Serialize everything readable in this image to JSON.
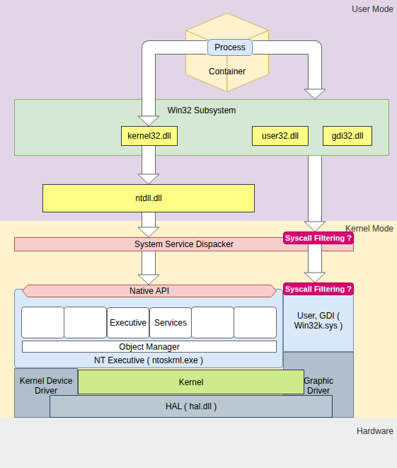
{
  "diagram": {
    "nodes": [
      {
        "text": [
          "User Mode"
        ]
      },
      {
        "text": [
          "Container"
        ],
        "in": 0
      },
      {
        "text": [
          "Process"
        ],
        "in": 1
      },
      {
        "text": [
          "Win32 Subsystem"
        ],
        "in": 0
      },
      {
        "text": [
          "kernel32.dll"
        ],
        "in": 3
      },
      {
        "text": [
          "user32.dll"
        ],
        "in": 3
      },
      {
        "text": [
          "gdi32.dll"
        ],
        "in": 3
      },
      {
        "text": [
          "ntdll.dll"
        ],
        "in": 0
      },
      {
        "text": [
          "Kernel Mode"
        ]
      },
      {
        "text": [
          "System Service Dispacker"
        ],
        "in": 8
      },
      {
        "text": [
          "Syscall Filtering ?"
        ],
        "in": 8
      },
      {
        "text": [
          "Syscall Filtering ?"
        ],
        "in": 8
      },
      {
        "text": [
          "NT Executive ( ntoskrnl.exe )"
        ],
        "in": 8
      },
      {
        "text": [
          "Native API"
        ],
        "in": 12
      },
      {
        "text": [
          "Executive"
        ],
        "in": 12
      },
      {
        "text": [
          "Services"
        ],
        "in": 12
      },
      {
        "text": [
          "Object Manager"
        ],
        "in": 12
      },
      {
        "text": [
          "User, GDI ( Win32k.sys )"
        ],
        "in": 8
      },
      {
        "text": [
          "Kernel Device Driver"
        ],
        "in": 8
      },
      {
        "text": [
          "Kernel"
        ],
        "in": 8
      },
      {
        "text": [
          "Graphic Driver"
        ],
        "in": 8
      },
      {
        "text": [
          "HAL ( hal.dll )"
        ],
        "in": 8
      },
      {
        "text": [
          "Hardware"
        ]
      }
    ],
    "edges": [
      {
        "from": 2,
        "to": 4,
        "arrow": "to"
      },
      {
        "from": 2,
        "to": 3,
        "arrow": "to"
      },
      {
        "from": 4,
        "to": 7,
        "arrow": "to"
      },
      {
        "from": 3,
        "to": 10,
        "arrow": "to"
      },
      {
        "from": 7,
        "to": 9,
        "arrow": "to"
      },
      {
        "from": 10,
        "to": 11,
        "arrow": "to"
      },
      {
        "from": 9,
        "to": 13,
        "arrow": "to"
      }
    ]
  }
}
